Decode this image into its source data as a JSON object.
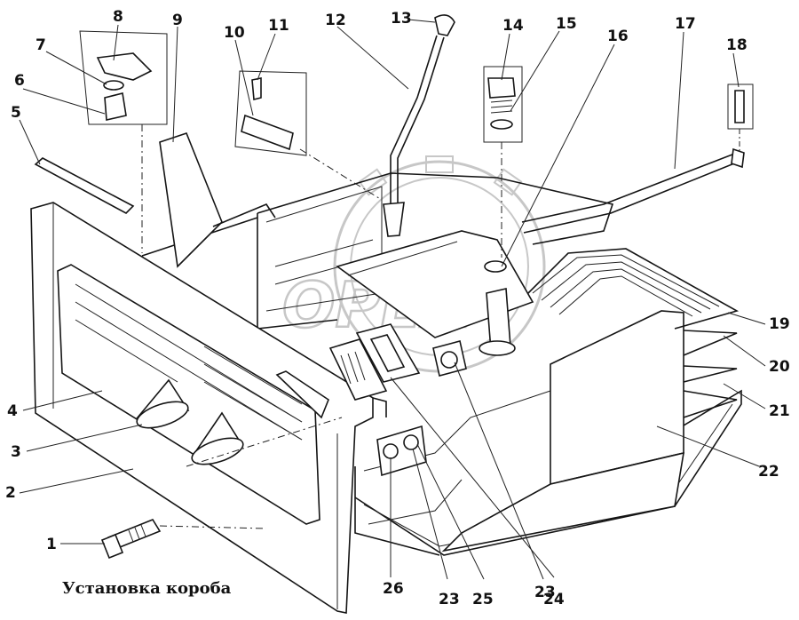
{
  "caption": "Установка короба",
  "watermark": "OPEX",
  "colors": {
    "ink": "#151515",
    "background": "#ffffff",
    "watermark": "#9a9a9a"
  },
  "callouts": [
    "1",
    "2",
    "3",
    "4",
    "5",
    "6",
    "7",
    "8",
    "9",
    "10",
    "11",
    "12",
    "13",
    "14",
    "15",
    "16",
    "17",
    "18",
    "19",
    "20",
    "21",
    "22",
    "23",
    "24",
    "25",
    "26",
    "23"
  ]
}
